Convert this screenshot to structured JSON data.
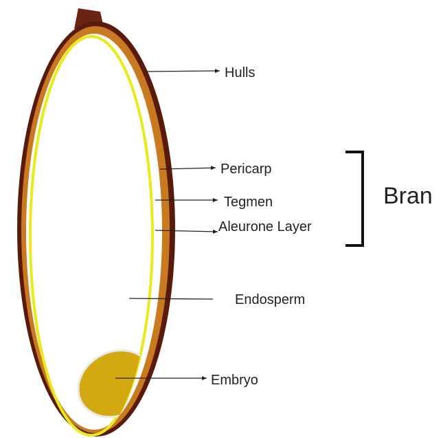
{
  "labels": {
    "hulls": "Hulls",
    "pericarp": "Pericarp",
    "tegmen": "Tegmen",
    "aleurone": "Aleurone Layer",
    "endosperm": "Endosperm",
    "embryo": "Embryo",
    "bran": "Bran"
  },
  "colors": {
    "hull": "#5a1a0a",
    "pericarp": "#c97a20",
    "tegmen": "#ffffff",
    "aleurone": "#e9ea1a",
    "endosperm": "#ffffff",
    "embryo": "#d4a810",
    "stem": "#6b2412",
    "lines": "#222222"
  }
}
